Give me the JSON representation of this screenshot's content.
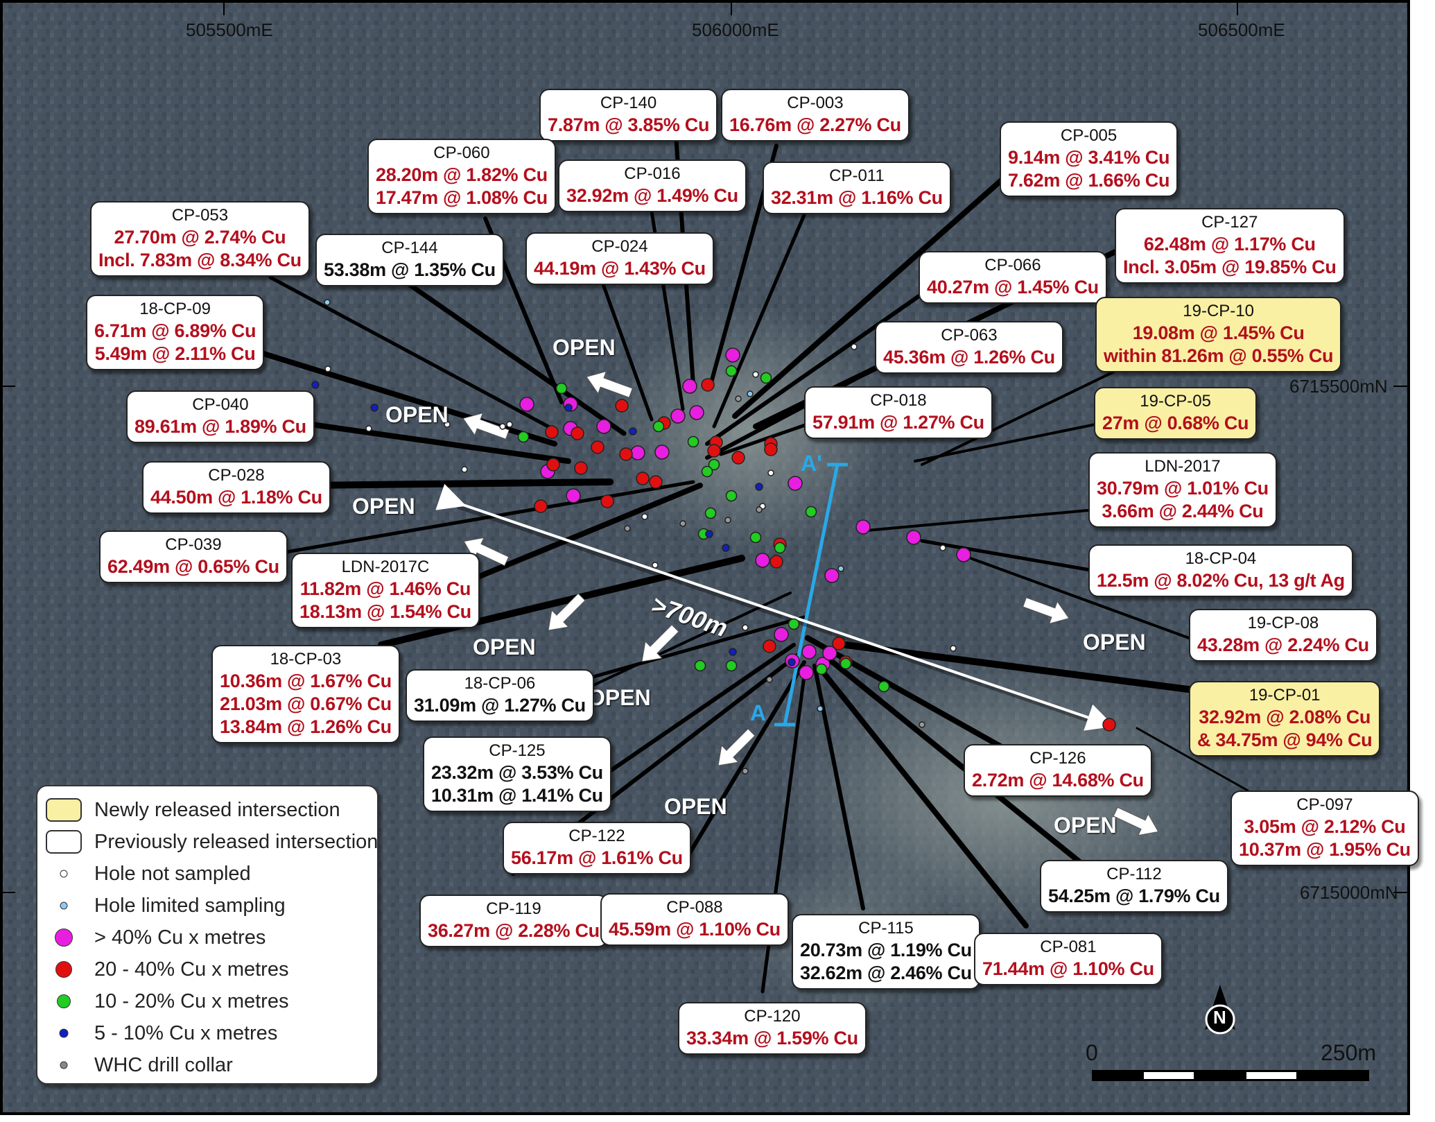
{
  "grid": {
    "eastings": [
      "505500mE",
      "506000mE",
      "506500mE"
    ],
    "northings": [
      "6715500mN",
      "6715000mN"
    ]
  },
  "section_line": {
    "start_label": "A",
    "end_label": "A'"
  },
  "extent_label": ">700m",
  "open_label": "OPEN",
  "callouts": [
    {
      "id": "CP-140",
      "lines": [
        "7.87m @ 3.85% Cu"
      ],
      "status": "previous"
    },
    {
      "id": "CP-003",
      "lines": [
        "16.76m @ 2.27% Cu"
      ],
      "status": "previous"
    },
    {
      "id": "CP-005",
      "lines": [
        "9.14m @ 3.41% Cu",
        "7.62m @ 1.66% Cu"
      ],
      "status": "previous"
    },
    {
      "id": "CP-060",
      "lines": [
        "28.20m @ 1.82% Cu",
        "17.47m @ 1.08% Cu"
      ],
      "status": "previous"
    },
    {
      "id": "CP-016",
      "lines": [
        "32.92m @ 1.49% Cu"
      ],
      "status": "previous"
    },
    {
      "id": "CP-011",
      "lines": [
        "32.31m @ 1.16% Cu"
      ],
      "status": "previous"
    },
    {
      "id": "CP-127",
      "lines": [
        "62.48m @ 1.17% Cu",
        "Incl.  3.05m @ 19.85% Cu"
      ],
      "status": "previous"
    },
    {
      "id": "CP-053",
      "lines": [
        "27.70m @ 2.74% Cu",
        "Incl. 7.83m @ 8.34% Cu"
      ],
      "status": "previous"
    },
    {
      "id": "CP-144",
      "lines": [
        "53.38m @ 1.35% Cu"
      ],
      "status": "previous",
      "black": true
    },
    {
      "id": "CP-024",
      "lines": [
        "44.19m @ 1.43% Cu"
      ],
      "status": "previous"
    },
    {
      "id": "CP-066",
      "lines": [
        "40.27m @ 1.45% Cu"
      ],
      "status": "previous"
    },
    {
      "id": "19-CP-10",
      "lines": [
        "19.08m @ 1.45% Cu",
        "within 81.26m @ 0.55% Cu"
      ],
      "status": "new"
    },
    {
      "id": "18-CP-09",
      "lines": [
        "6.71m @ 6.89% Cu",
        "5.49m @ 2.11% Cu"
      ],
      "status": "previous"
    },
    {
      "id": "CP-063",
      "lines": [
        "45.36m @ 1.26% Cu"
      ],
      "status": "previous"
    },
    {
      "id": "CP-040",
      "lines": [
        "89.61m @ 1.89% Cu"
      ],
      "status": "previous"
    },
    {
      "id": "CP-018",
      "lines": [
        "57.91m @ 1.27% Cu"
      ],
      "status": "previous"
    },
    {
      "id": "19-CP-05",
      "lines": [
        "27m @ 0.68% Cu"
      ],
      "status": "new"
    },
    {
      "id": "CP-028",
      "lines": [
        "44.50m @ 1.18% Cu"
      ],
      "status": "previous"
    },
    {
      "id": "LDN-2017",
      "lines": [
        "30.79m @ 1.01% Cu",
        "3.66m @ 2.44% Cu"
      ],
      "status": "previous"
    },
    {
      "id": "CP-039",
      "lines": [
        "62.49m @ 0.65% Cu"
      ],
      "status": "previous"
    },
    {
      "id": "LDN-2017C",
      "lines": [
        "11.82m @ 1.46% Cu",
        "18.13m @ 1.54% Cu"
      ],
      "status": "previous"
    },
    {
      "id": "18-CP-04",
      "lines": [
        "12.5m @ 8.02% Cu, 13 g/t Ag"
      ],
      "status": "previous"
    },
    {
      "id": "19-CP-08",
      "lines": [
        "43.28m @ 2.24% Cu"
      ],
      "status": "previous"
    },
    {
      "id": "18-CP-03",
      "lines": [
        "10.36m @ 1.67% Cu",
        "21.03m @ 0.67% Cu",
        "13.84m @ 1.26% Cu"
      ],
      "status": "previous"
    },
    {
      "id": "18-CP-06",
      "lines": [
        "31.09m @ 1.27% Cu"
      ],
      "status": "previous",
      "black": true
    },
    {
      "id": "19-CP-01",
      "lines": [
        "32.92m @ 2.08% Cu",
        "& 34.75m @ 94% Cu"
      ],
      "status": "new"
    },
    {
      "id": "CP-125",
      "lines": [
        "23.32m @ 3.53% Cu",
        "10.31m @ 1.41% Cu"
      ],
      "status": "previous",
      "black": true
    },
    {
      "id": "CP-126",
      "lines": [
        "2.72m @ 14.68% Cu"
      ],
      "status": "previous"
    },
    {
      "id": "CP-097",
      "lines": [
        "3.05m @ 2.12% Cu",
        "10.37m @ 1.95% Cu"
      ],
      "status": "previous"
    },
    {
      "id": "CP-122",
      "lines": [
        "56.17m @ 1.61% Cu"
      ],
      "status": "previous"
    },
    {
      "id": "CP-112",
      "lines": [
        "54.25m @ 1.79% Cu"
      ],
      "status": "previous",
      "black": true
    },
    {
      "id": "CP-119",
      "lines": [
        "36.27m @ 2.28% Cu"
      ],
      "status": "previous"
    },
    {
      "id": "CP-088",
      "lines": [
        "45.59m @ 1.10% Cu"
      ],
      "status": "previous"
    },
    {
      "id": "CP-115",
      "lines": [
        "20.73m @ 1.19% Cu",
        "32.62m @ 2.46% Cu"
      ],
      "status": "previous",
      "black": true
    },
    {
      "id": "CP-081",
      "lines": [
        "71.44m @ 1.10% Cu"
      ],
      "status": "previous"
    },
    {
      "id": "CP-120",
      "lines": [
        "33.34m @ 1.59% Cu"
      ],
      "status": "previous"
    }
  ],
  "legend": {
    "items": [
      {
        "symbol": "box-yellow",
        "label": "Newly released intersection"
      },
      {
        "symbol": "box-white",
        "label": "Previously released intersection"
      },
      {
        "symbol": "dot-white",
        "label": "Hole not sampled"
      },
      {
        "symbol": "dot-lightblue",
        "label": "Hole limited sampling"
      },
      {
        "symbol": "dot-magenta",
        "label": "> 40% Cu x metres"
      },
      {
        "symbol": "dot-red",
        "label": "20 - 40% Cu x metres"
      },
      {
        "symbol": "dot-green",
        "label": "10 - 20% Cu x metres"
      },
      {
        "symbol": "dot-blue",
        "label": "5 - 10% Cu x metres"
      },
      {
        "symbol": "dot-grey",
        "label": "WHC drill collar"
      }
    ]
  },
  "north_arrow": "N",
  "scale_bar": {
    "start": "0",
    "end": "250m"
  },
  "colors": {
    "magenta": "#e81ee0",
    "red": "#e01010",
    "green": "#22cc22",
    "blue": "#1020c0",
    "new_box": "#f9f0a4",
    "intersection_text": "#b30f1d",
    "section_line": "#29a8e8"
  }
}
